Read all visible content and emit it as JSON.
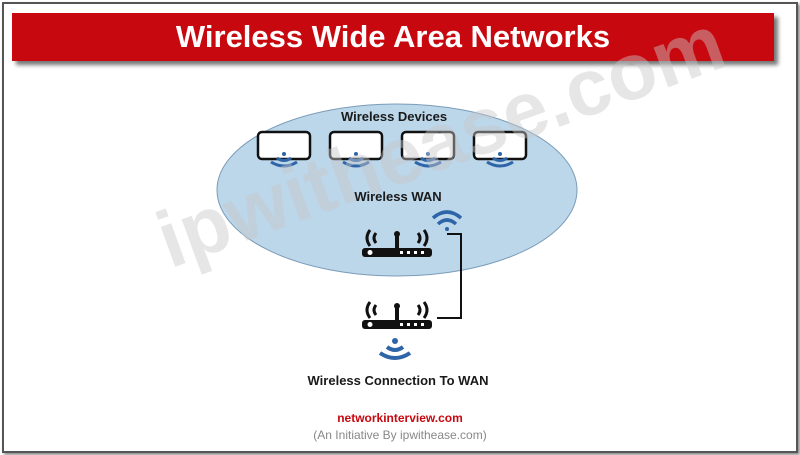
{
  "title": "Wireless Wide Area Networks",
  "labels": {
    "devices": "Wireless Devices",
    "wan": "Wireless WAN",
    "connection": "Wireless Connection To WAN"
  },
  "watermark": "ipwithease.com",
  "footer": {
    "site": "networkinterview.com",
    "initiative": "(An Initiative By ipwithease.com)"
  },
  "colors": {
    "title_bg": "#c8080f",
    "cloud": "#bcd6ea",
    "wifi": "#2e64a8"
  }
}
